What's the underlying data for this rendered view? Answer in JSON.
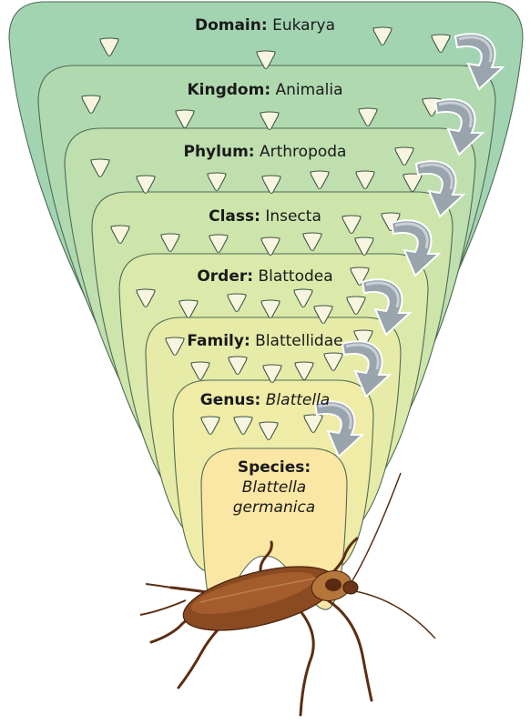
{
  "levels": [
    {
      "rank": "Domain:",
      "name": "Eukarya",
      "italic": false,
      "color": "#a3d4b2"
    },
    {
      "rank": "Kingdom:",
      "name": "Animalia",
      "italic": false,
      "color": "#b0d9b0"
    },
    {
      "rank": "Phylum:",
      "name": "Arthropoda",
      "italic": false,
      "color": "#bfdfae"
    },
    {
      "rank": "Class:",
      "name": "Insecta",
      "italic": false,
      "color": "#cde5ab"
    },
    {
      "rank": "Order:",
      "name": "Blattodea",
      "italic": false,
      "color": "#dbe9aa"
    },
    {
      "rank": "Family:",
      "name": "Blattellidae",
      "italic": false,
      "color": "#e6eca8"
    },
    {
      "rank": "Genus:",
      "name": "Blattella",
      "italic": true,
      "color": "#eeeca6"
    }
  ],
  "species": {
    "rank": "Species:",
    "name_line1": "Blattella",
    "name_line2": "germanica",
    "color": "#fbe7a4"
  },
  "outline_color": "#4f6b56",
  "arrow_color": "#9aa4ad",
  "icons": {
    "organism_marker": "inverted-triangle-icon",
    "narrowing_arrow": "curved-arrow-icon",
    "insect": "cockroach-illustration"
  }
}
